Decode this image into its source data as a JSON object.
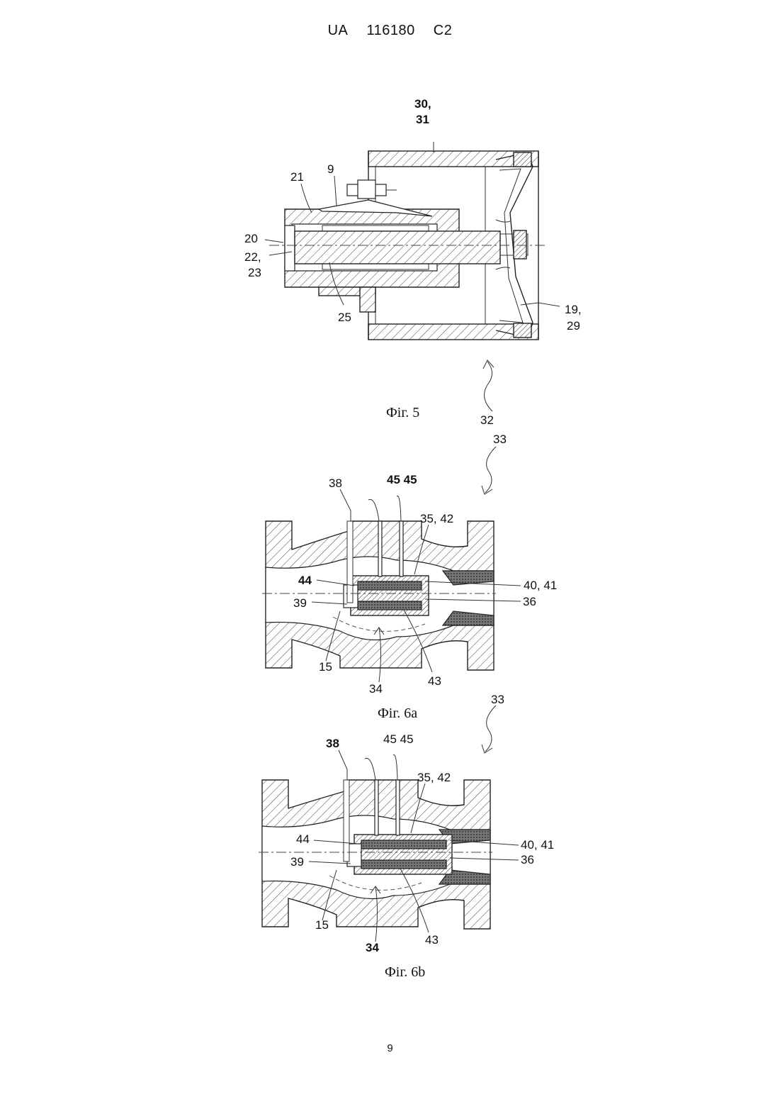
{
  "header": {
    "office": "UA",
    "patent_number": "116180",
    "kind": "C2"
  },
  "page_number": "9",
  "figures": {
    "fig5": {
      "caption": "Фіг. 5",
      "labels": {
        "l30_31a": "30,",
        "l30_31b": "31",
        "l21": "21",
        "l9": "9",
        "l20": "20",
        "l22_23a": "22,",
        "l22_23b": "23",
        "l25": "25",
        "l19_29a": "19,",
        "l19_29b": "29",
        "l32": "32"
      }
    },
    "fig6a": {
      "caption": "Фіг. 6а",
      "labels": {
        "l33": "33",
        "l38": "38",
        "l45": "45 45",
        "l35_42": "35, 42",
        "l44": "44",
        "l40_41": "40, 41",
        "l39": "39",
        "l36": "36",
        "l15": "15",
        "l34": "34",
        "l43": "43"
      }
    },
    "fig6b": {
      "caption": "Фіг. 6b",
      "labels": {
        "l33": "33",
        "l38": "38",
        "l45": "45 45",
        "l35_42": "35, 42",
        "l44": "44",
        "l40_41": "40, 41",
        "l39": "39",
        "l36": "36",
        "l15": "15",
        "l34": "34",
        "l43": "43"
      }
    }
  }
}
